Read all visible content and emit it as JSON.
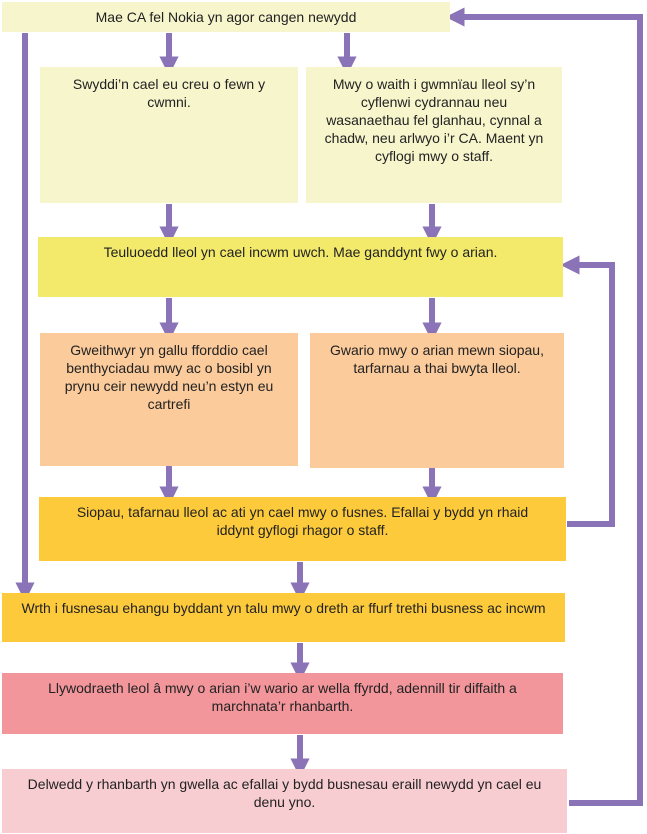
{
  "colors": {
    "pale_yellow": "#f7f5cc",
    "yellow": "#f3ea6b",
    "peach": "#fbcb9b",
    "gold": "#fdca3b",
    "rose": "#f2969b",
    "pink": "#f8cdd1",
    "arrow": "#8a73b6"
  },
  "boxes": {
    "top": "Mae CA fel Nokia yn agor cangen newydd",
    "jobs": "Swyddi’n cael eu creu o fewn y cwmni.",
    "suppliers": "Mwy o waith i gwmnïau lleol sy’n cyflenwi cydrannau neu wasanaethau fel glanhau, cynnal a chadw, neu arlwyo i’r CA. Maent yn cyflogi mwy o staff.",
    "income": "Teuluoedd lleol yn cael incwm uwch. Mae ganddynt fwy o arian.",
    "loans": "Gweithwyr yn gallu fforddio cael benthyciadau mwy ac o bosibl yn prynu ceir newydd neu’n estyn eu cartrefi",
    "spending": "Gwario mwy o arian mewn siopau, tarfarnau a thai bwyta lleol.",
    "business": "Siopau, tafarnau lleol ac ati yn cael mwy o fusnes. Efallai y bydd yn rhaid iddynt gyflogi rhagor o staff.",
    "tax": "Wrth i fusnesau ehangu byddant yn talu mwy o dreth ar ffurf trethi busness ac incwm",
    "government": "Llywodraeth leol â mwy o arian i’w wario ar wella ffyrdd, adennill tir diffaith a marchnata’r rhanbarth.",
    "image": "Delwedd y rhanbarth yn gwella ac efallai y bydd busnesau eraill newydd yn cael eu denu yno."
  }
}
